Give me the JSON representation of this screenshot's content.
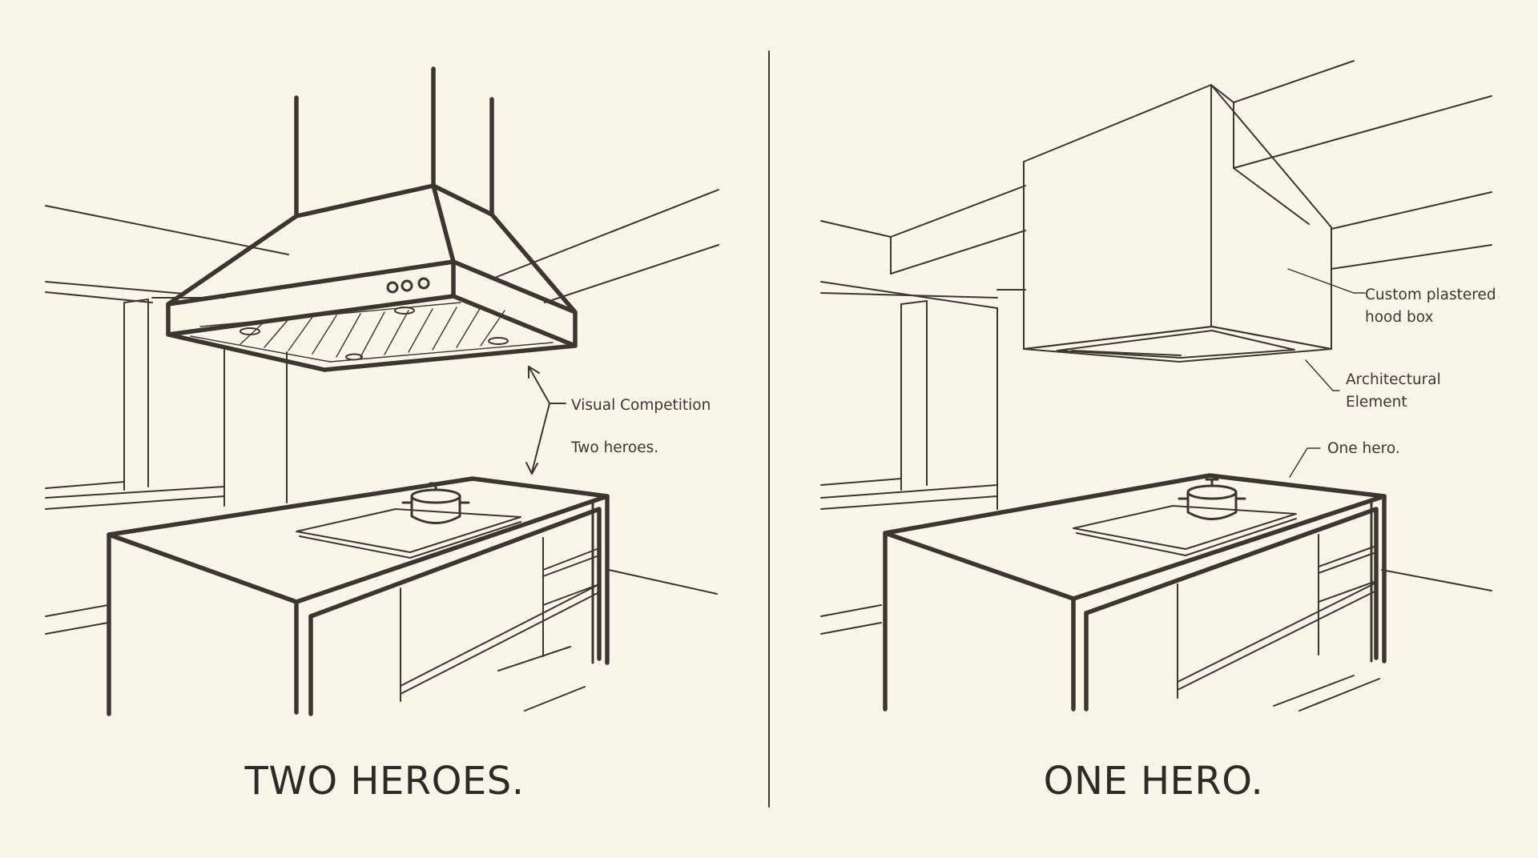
{
  "panels": {
    "left": {
      "caption": "TWO HEROES.",
      "annotations": {
        "visual_competition": "Visual Competition",
        "two_heroes": "Two heroes."
      }
    },
    "right": {
      "caption": "ONE HERO.",
      "annotations": {
        "custom_hood_line1": "Custom plastered",
        "custom_hood_line2": "hood box",
        "architectural_line1": "Architectural",
        "architectural_line2": "Element",
        "one_hero": "One hero."
      }
    }
  },
  "colors": {
    "background": "#f8f5e9",
    "ink": "#3b362f"
  }
}
